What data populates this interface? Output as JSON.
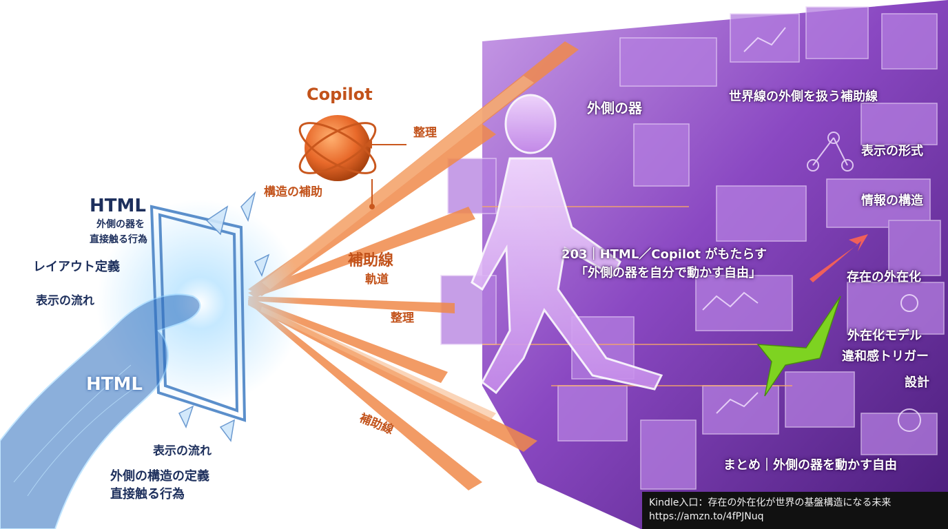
{
  "left": {
    "html_title": "HTML",
    "html_sub_1": "外側の器を",
    "html_sub_2": "直接触る行為",
    "layout_def": "レイアウト定義",
    "display_flow": "表示の流れ",
    "hand_html": "HTML",
    "display_flow_2": "表示の流れ",
    "outer_structure_1": "外側の構造の定義",
    "outer_structure_2": "直接触る行為"
  },
  "center": {
    "copilot": "Copilot",
    "seiri_top": "整理",
    "kouzou_hojo": "構造の補助",
    "hojosen": "補助線",
    "kidou": "軌道",
    "seiri_mid": "整理",
    "hojosen_bottom": "補助線"
  },
  "right": {
    "gaisoku_no_utsuwa": "外側の器",
    "sekaisen": "世界線の外側を扱う補助線",
    "hyouji_keishiki": "表示の形式",
    "jouhou_kouzou": "情報の構造",
    "main_title_1": "203｜HTML／Copilot がもたらす",
    "main_title_2": "「外側の器を自分で動かす自由」",
    "sonzai": "存在の外在化",
    "model": "外在化モデル",
    "iwakan": "違和感トリガー",
    "sekkei": "設計",
    "summary": "まとめ｜外側の器を動かす自由"
  },
  "caption": {
    "line1": "Kindle入口：存在の外在化が世界の基盤構造になる未来",
    "line2": "https://amzn.to/4fPJNuq"
  },
  "colors": {
    "navy": "#1d2f5c",
    "orange": "#c2521a",
    "purple": "#6a2e9e",
    "blue_glow": "#7ec8ff",
    "green_arrow": "#7ed321"
  }
}
